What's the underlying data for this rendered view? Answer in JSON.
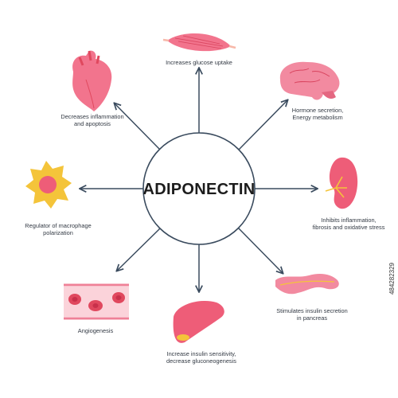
{
  "center": {
    "title": "ADIPONECTIN"
  },
  "effects": {
    "top": {
      "line1": "Increases glucose uptake",
      "line2": "",
      "icon": "muscle-icon"
    },
    "top_right": {
      "line1": "Hormone secretion,",
      "line2": "Energy metabolism",
      "icon": "brain-icon"
    },
    "right": {
      "line1": "Inhibits inflammation,",
      "line2": "fibrosis and oxidative stress",
      "icon": "kidney-icon"
    },
    "bottom_right": {
      "line1": "Stimulates insulin secretion",
      "line2": "in pancreas",
      "icon": "pancreas-icon"
    },
    "bottom": {
      "line1": "Increase insulin sensitivity,",
      "line2": "decrease gluconeogenesis",
      "icon": "liver-icon"
    },
    "bottom_left": {
      "line1": "Angiogenesis",
      "line2": "",
      "icon": "blood-vessel-icon"
    },
    "left": {
      "line1": "Regulator of macrophage",
      "line2": "polarization",
      "icon": "macrophage-icon"
    },
    "top_left": {
      "line1": "Decreases inflammation",
      "line2": "and apoptosis",
      "icon": "heart-icon"
    }
  },
  "stock_id": "484282329",
  "colors": {
    "arrow": "#3a4b5e",
    "pink": "#f2748d",
    "light_pink": "#fbb5c2",
    "yellow": "#f4c43a",
    "red": "#e0485e"
  }
}
